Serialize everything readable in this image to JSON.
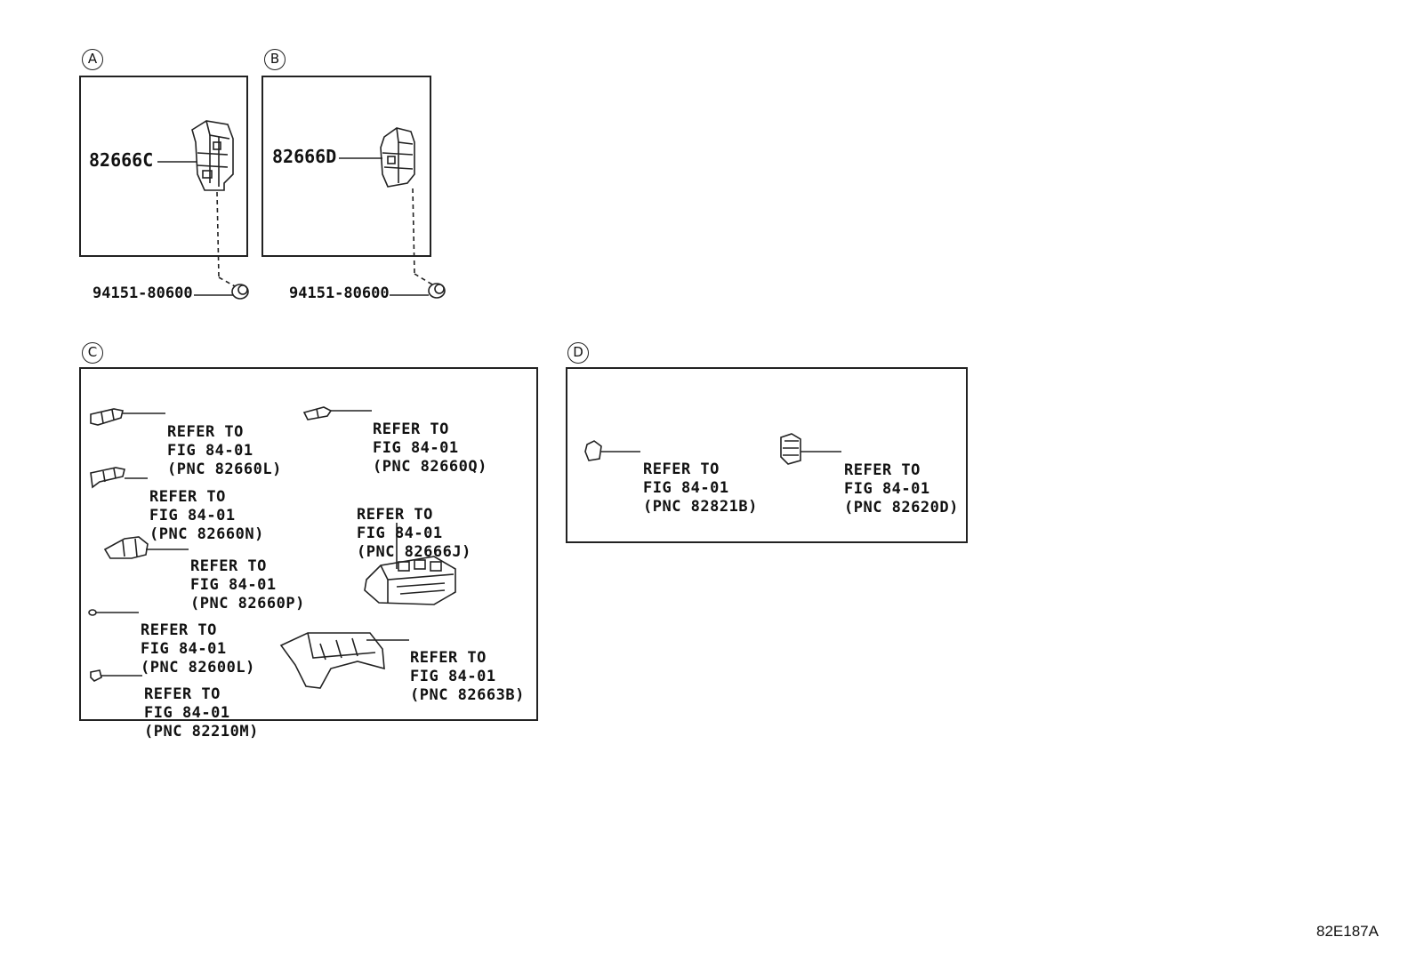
{
  "sections": {
    "a": {
      "label": "A",
      "part_number": "82666C",
      "clip_number": "94151-80600"
    },
    "b": {
      "label": "B",
      "part_number": "82666D",
      "clip_number": "94151-80600"
    },
    "c": {
      "label": "C",
      "refs": [
        {
          "line1": "REFER TO",
          "line2": "FIG 84-01",
          "line3": "(PNC 82660L)"
        },
        {
          "line1": "REFER TO",
          "line2": "FIG 84-01",
          "line3": "(PNC 82660Q)"
        },
        {
          "line1": "REFER TO",
          "line2": "FIG 84-01",
          "line3": "(PNC 82660N)"
        },
        {
          "line1": "REFER TO",
          "line2": "FIG 84-01",
          "line3": "(PNC 82666J)"
        },
        {
          "line1": "REFER TO",
          "line2": "FIG 84-01",
          "line3": "(PNC 82660P)"
        },
        {
          "line1": "REFER TO",
          "line2": "FIG 84-01",
          "line3": "(PNC 82600L)"
        },
        {
          "line1": "REFER TO",
          "line2": "FIG 84-01",
          "line3": "(PNC 82663B)"
        },
        {
          "line1": "REFER TO",
          "line2": "FIG 84-01",
          "line3": "(PNC 82210M)"
        }
      ]
    },
    "d": {
      "label": "D",
      "refs": [
        {
          "line1": "REFER TO",
          "line2": "FIG 84-01",
          "line3": "(PNC 82821B)"
        },
        {
          "line1": "REFER TO",
          "line2": "FIG 84-01",
          "line3": "(PNC 82620D)"
        }
      ]
    }
  },
  "figure_code": "82E187A"
}
